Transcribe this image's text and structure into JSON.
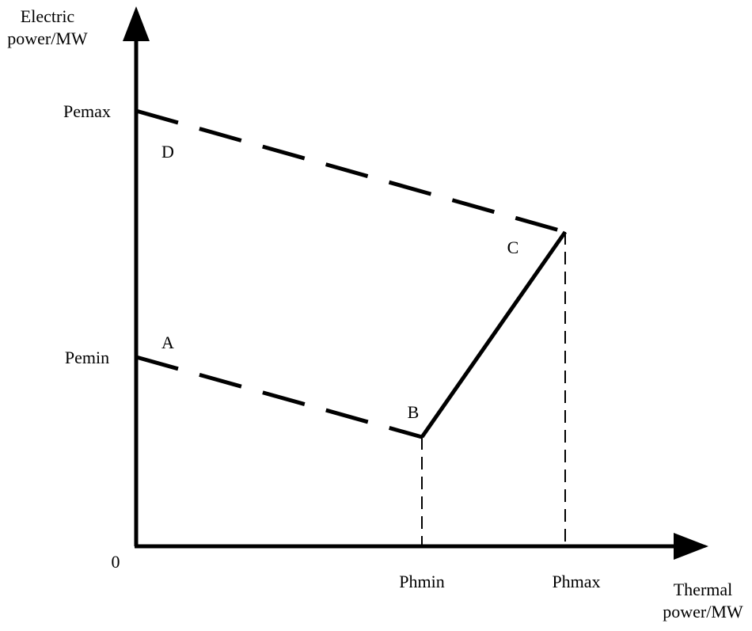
{
  "y_axis": {
    "label_line1": "Electric",
    "label_line2": "power/MW",
    "ticks": {
      "max": "Pemax",
      "min": "Pemin"
    }
  },
  "x_axis": {
    "label_line1": "Thermal",
    "label_line2": "power/MW",
    "ticks": {
      "min": "Phmin",
      "max": "Phmax"
    }
  },
  "origin_label": "0",
  "points": {
    "A": "A",
    "B": "B",
    "C": "C",
    "D": "D"
  },
  "colors": {
    "ink": "#000000",
    "background": "#ffffff"
  }
}
